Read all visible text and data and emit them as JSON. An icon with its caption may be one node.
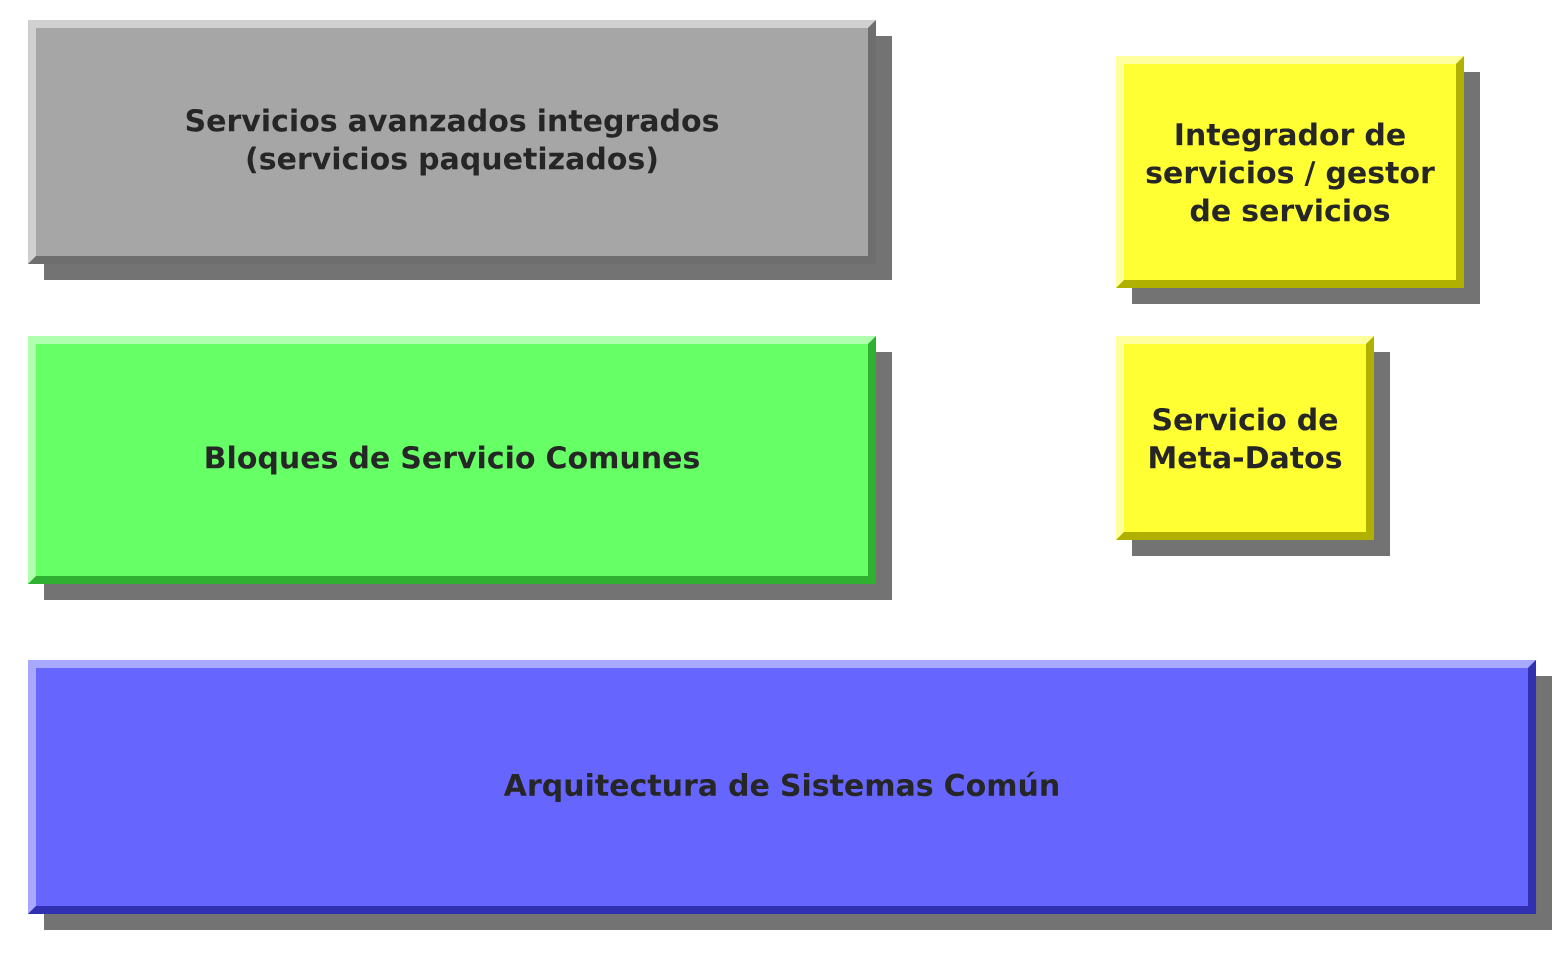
{
  "diagram": {
    "nodes": [
      {
        "text": [
          "Servicios avanzados integrados (servicios paquetizados)"
        ]
      },
      {
        "text": [
          "Integrador de servicios / gestor de servicios"
        ]
      },
      {
        "text": [
          "Bloques de Servicio Comunes"
        ]
      },
      {
        "text": [
          "Servicio de Meta-Datos"
        ]
      },
      {
        "text": [
          "Arquitectura de Sistemas Común"
        ]
      }
    ]
  }
}
